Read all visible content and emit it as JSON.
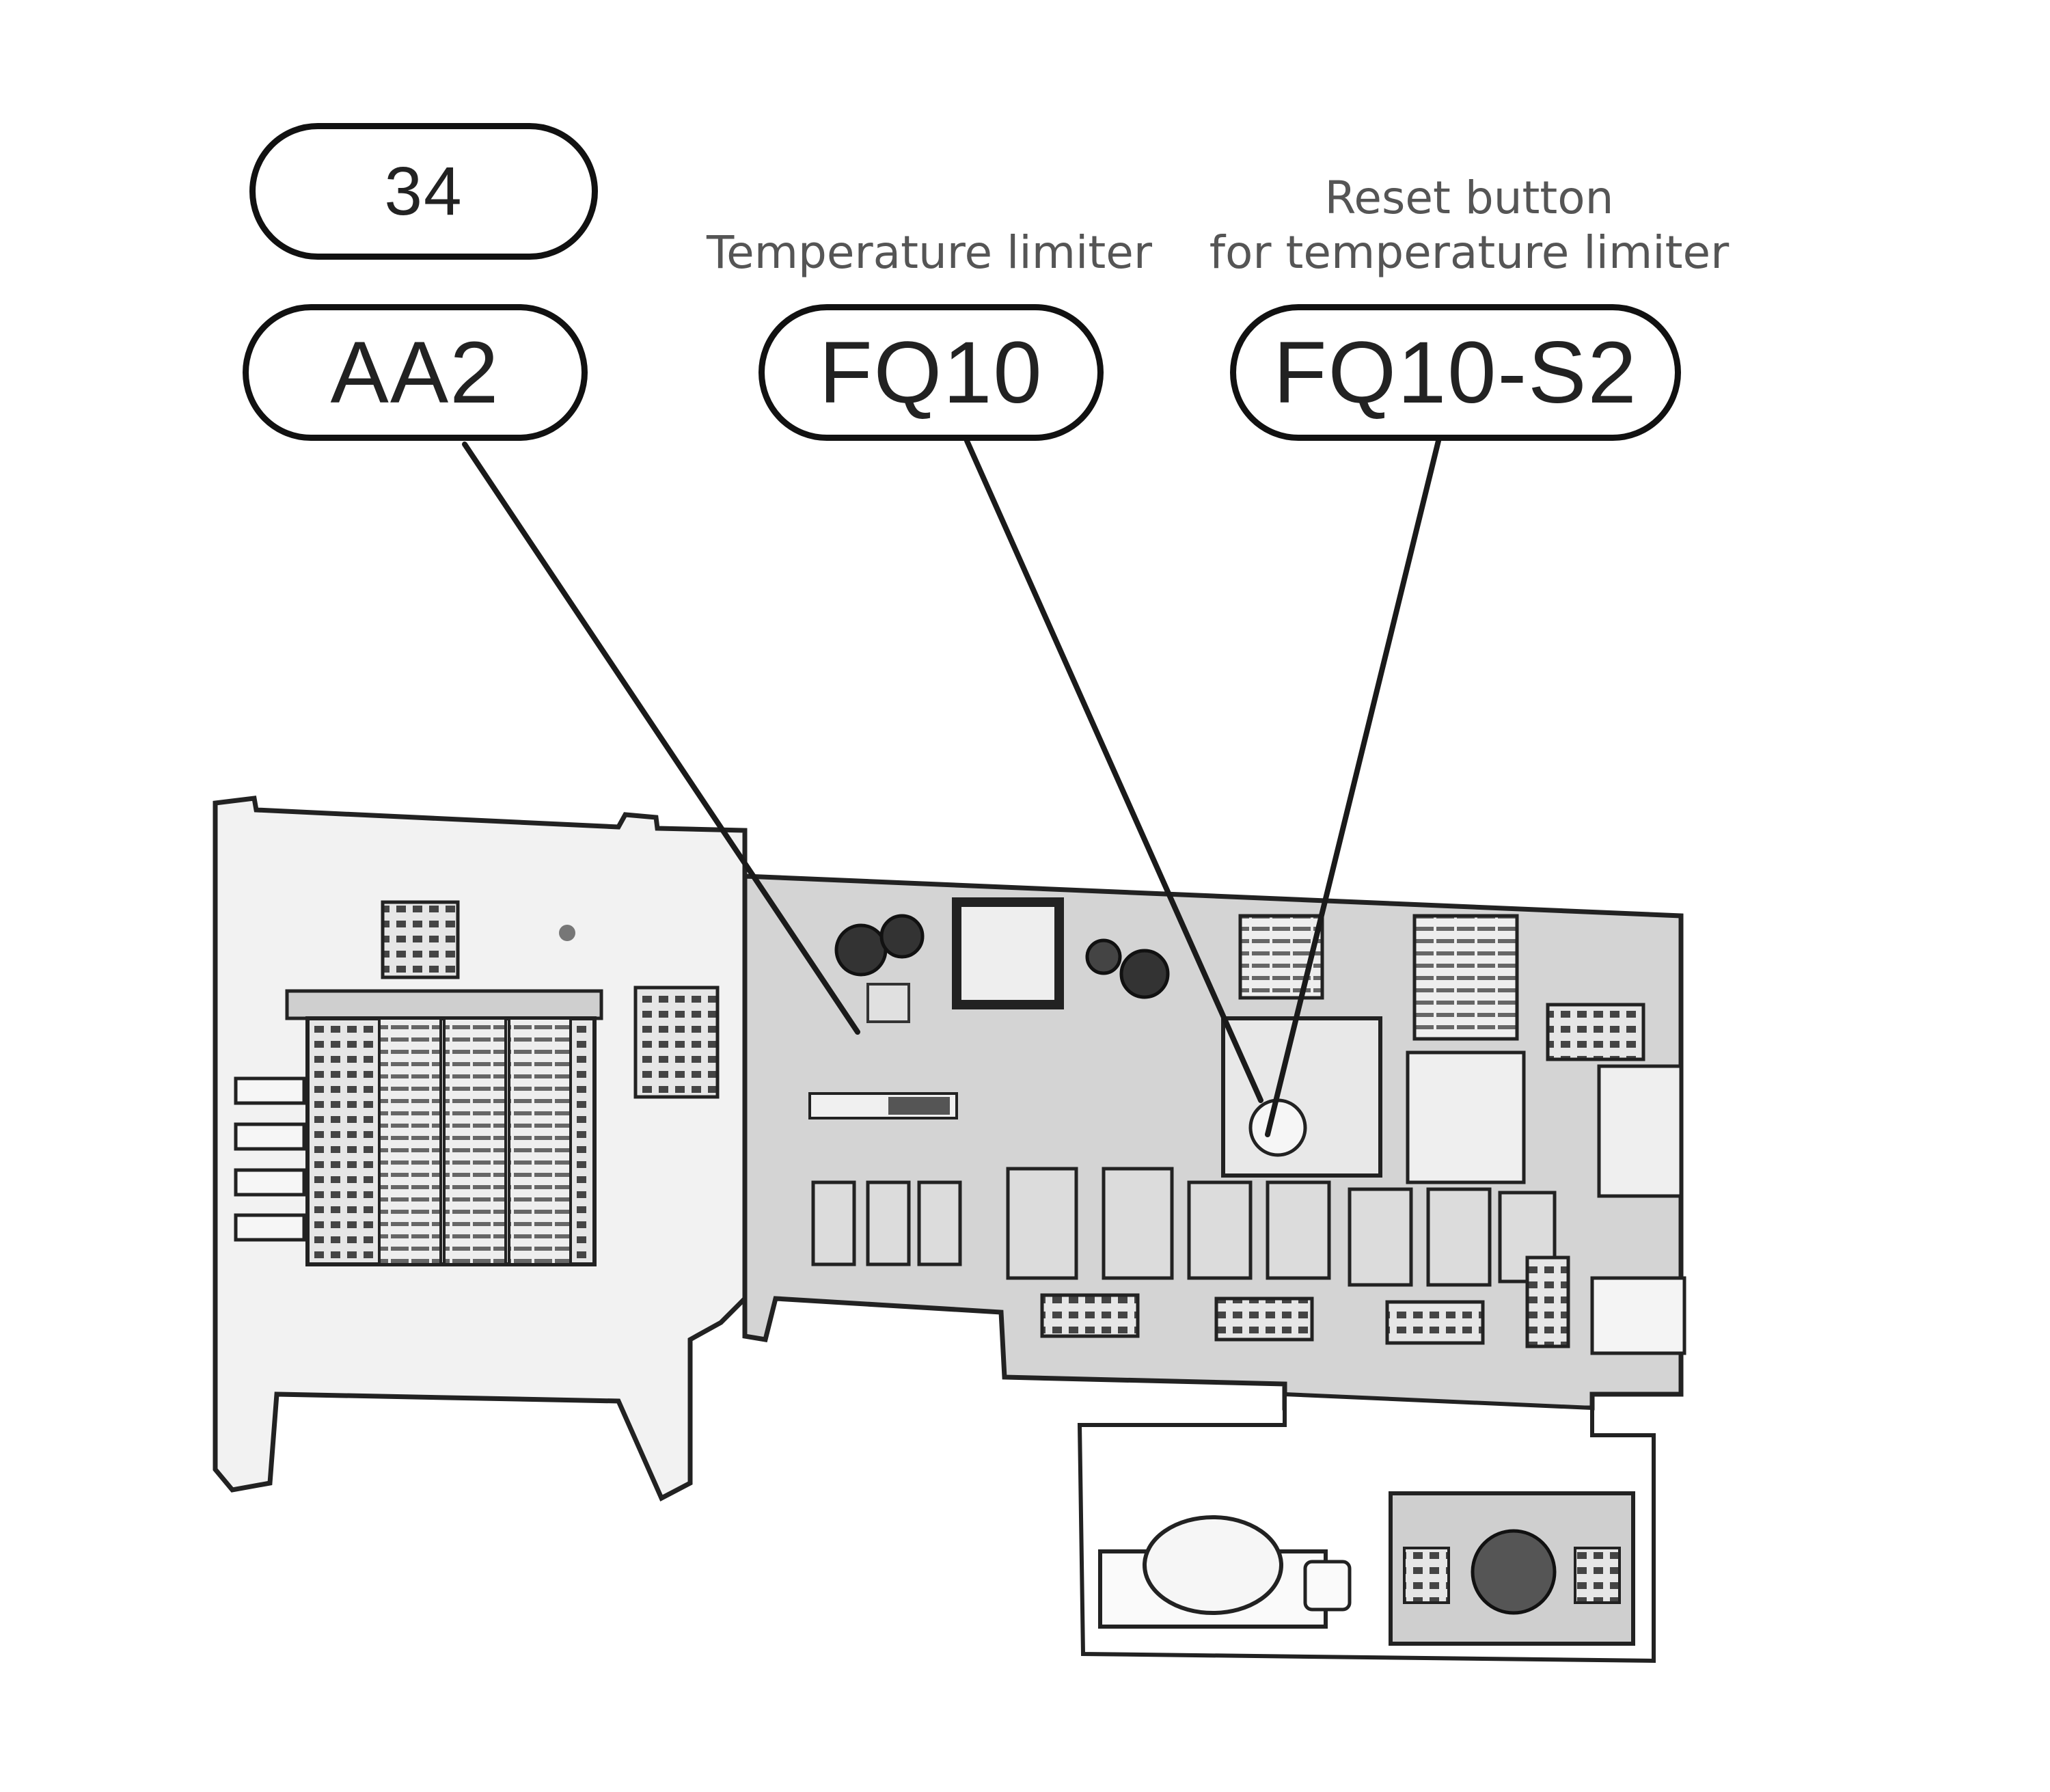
{
  "labels": {
    "item_number": "34",
    "board": "AA2",
    "limiter": "FQ10",
    "reset": "FQ10-S2"
  },
  "captions": {
    "limiter": "Temperature limiter",
    "reset_line1": "Reset button",
    "reset_line2": "for temperature limiter"
  },
  "colors": {
    "outline": "#111111",
    "board_fill": "#d4d4d4",
    "bracket_fill": "#f2f2f2",
    "caption_text": "#555555"
  }
}
